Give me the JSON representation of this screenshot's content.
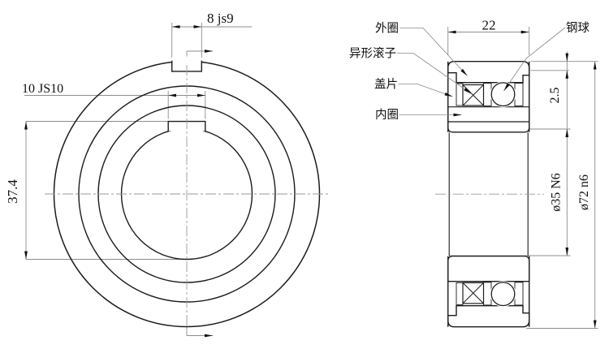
{
  "drawing": {
    "kind": "bearing-engineering-drawing",
    "front_view": {
      "keyway_width": "8 js9",
      "bore_keyway_width": "10 JS10",
      "keyway_depth": "37.4"
    },
    "section_view": {
      "width": "22",
      "shoulder_depth": "2.5",
      "bore_diameter": "ø35 N6",
      "outer_diameter": "ø72 n6"
    },
    "labels": {
      "outer_ring": "外圈",
      "profiled_roller": "异形滚子",
      "shield": "盖片",
      "inner_ring": "内圈",
      "steel_ball": "钢球"
    },
    "colors": {
      "background": "#ffffff",
      "object_line": "#1c1c1c",
      "dimension_line": "#8c8c8c",
      "centerline": "#9a9a9a"
    }
  }
}
